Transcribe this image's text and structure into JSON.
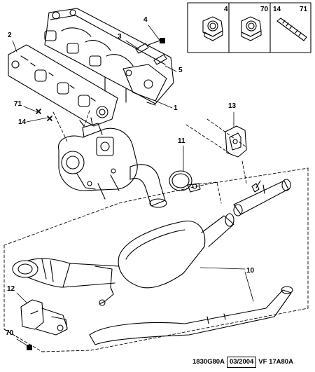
{
  "inset_parts": [
    {
      "ref": "4"
    },
    {
      "ref": "70"
    },
    {
      "ref": "14"
    },
    {
      "ref": "71"
    }
  ],
  "callouts": [
    {
      "ref": "2"
    },
    {
      "ref": "4"
    },
    {
      "ref": "3"
    },
    {
      "ref": "5"
    },
    {
      "ref": "1"
    },
    {
      "ref": "71"
    },
    {
      "ref": "14"
    },
    {
      "ref": "13"
    },
    {
      "ref": "11"
    },
    {
      "ref": "10"
    },
    {
      "ref": "12"
    },
    {
      "ref": "70"
    }
  ],
  "footer": {
    "drawing_code": "1830G80A",
    "date": "03/2004",
    "model_code": "VF 17A80A"
  },
  "colors": {
    "line": "#000000",
    "background": "#ffffff",
    "marker": "#000000"
  }
}
